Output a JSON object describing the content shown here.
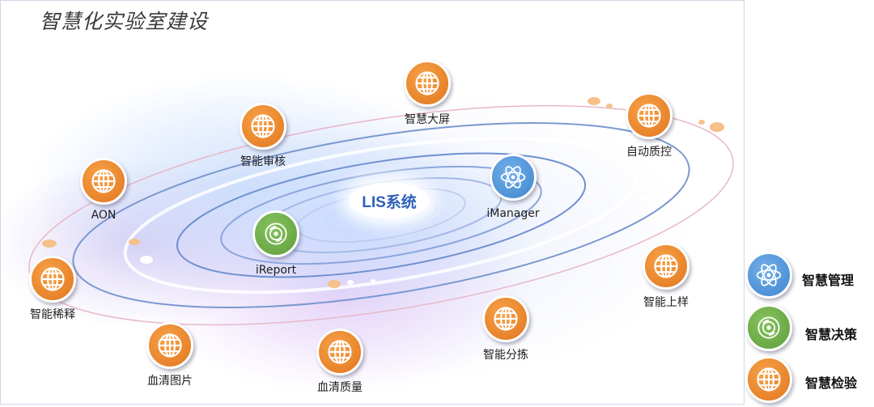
{
  "title": "智慧化实验室建设",
  "center_label": "LIS系统",
  "nodes": [
    {
      "label": "智慧大屏"
    },
    {
      "label": "智能审核"
    },
    {
      "label": "自动质控"
    },
    {
      "label": "AON"
    },
    {
      "label": "iManager"
    },
    {
      "label": "iReport"
    },
    {
      "label": "智能稀释"
    },
    {
      "label": "智能上样"
    },
    {
      "label": "智能分拣"
    },
    {
      "label": "血清图片"
    },
    {
      "label": "血清质量"
    }
  ],
  "legend": [
    {
      "label": "智慧管理",
      "icon": "atom-icon",
      "color": "#4a90d9"
    },
    {
      "label": "智慧决策",
      "icon": "disc-icon",
      "color": "#6cab47"
    },
    {
      "label": "智慧检验",
      "icon": "globe-icon",
      "color": "#ec8a30"
    }
  ]
}
